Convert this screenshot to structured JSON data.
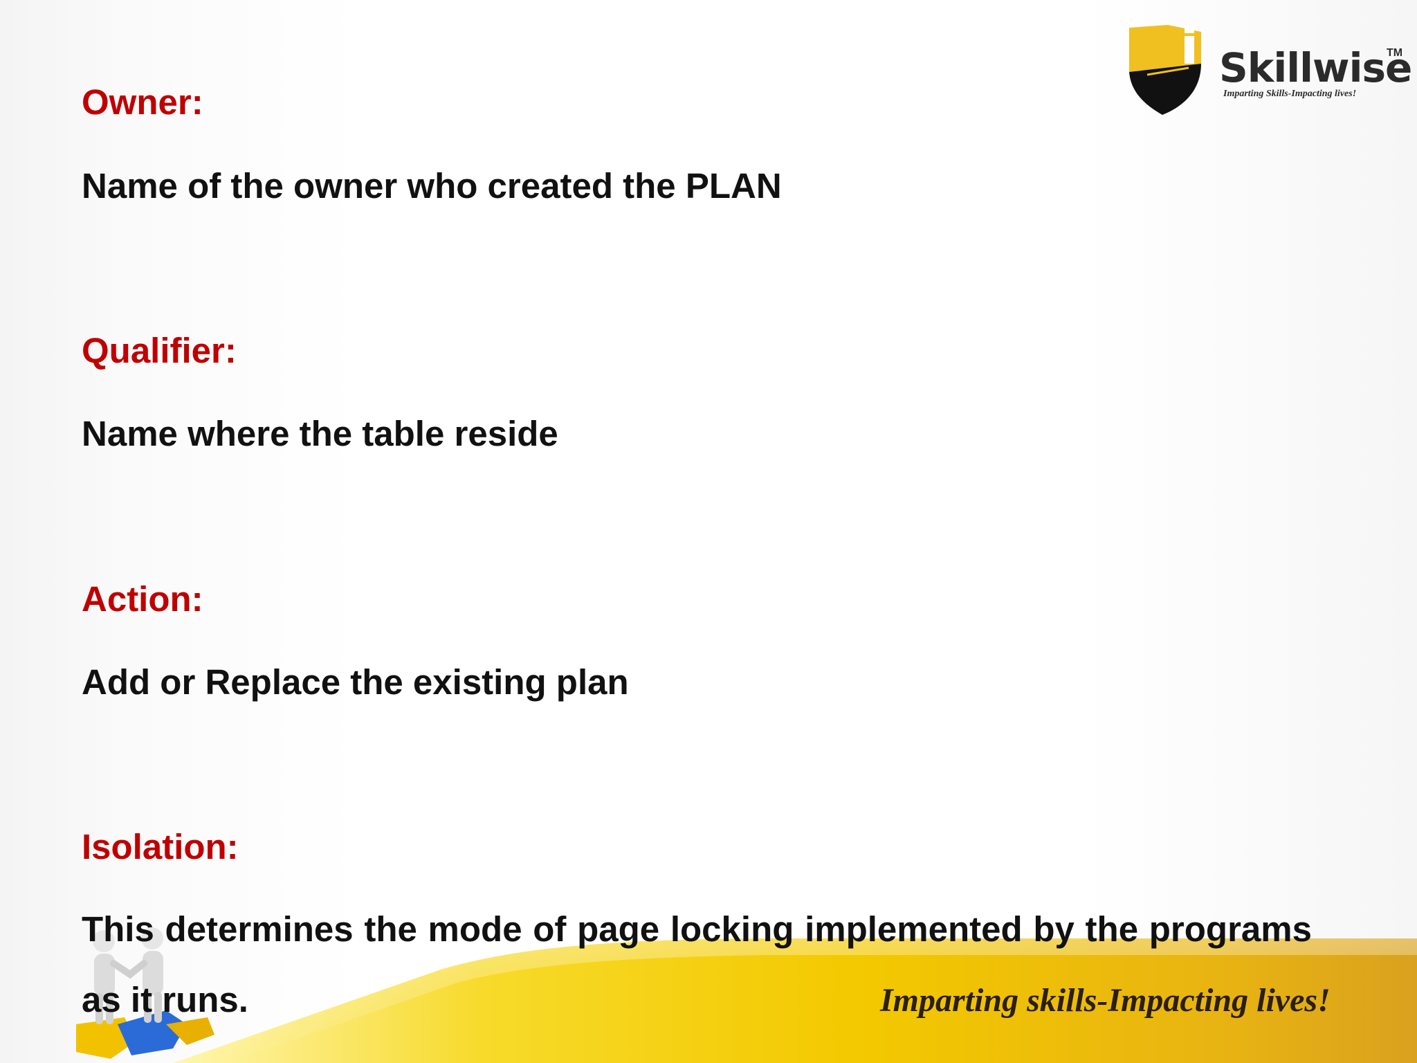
{
  "logo": {
    "name": "Skillwise",
    "trademark": "TM",
    "tagline": "Imparting Skills-Impacting lives!"
  },
  "sections": [
    {
      "heading": "Owner:",
      "description": "Name of the owner who created the PLAN"
    },
    {
      "heading": "Qualifier:",
      "description": "Name where the table reside"
    },
    {
      "heading": "Action:",
      "description": "Add or Replace the existing plan"
    },
    {
      "heading": "Isolation:",
      "description": "This determines the mode of page locking implemented by the programs as it runs."
    }
  ],
  "footer": {
    "tagline": "Imparting skills-Impacting lives!"
  },
  "colors": {
    "heading": "#c00000",
    "text": "#111111",
    "band_yellow": "#f3c900",
    "band_orange": "#e0a81a",
    "shield_yellow": "#f0c020",
    "shield_black": "#111111"
  },
  "icons": [
    "shield-logo-icon",
    "handshake-figures-icon",
    "puzzle-pieces-icon"
  ]
}
